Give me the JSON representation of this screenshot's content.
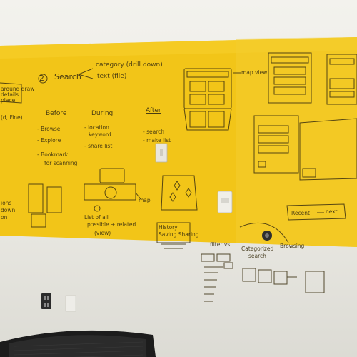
{
  "board_notes": {
    "step_number": "2",
    "search_label": "Search",
    "branch_category": "category (drill down)",
    "branch_text": "text (file)",
    "col_before": "Before",
    "col_during": "During",
    "col_after": "After",
    "before_items": [
      "- Browse",
      "- Explore",
      "- Bookmark",
      "for scanning"
    ],
    "during_items": [
      "- location",
      "keyword",
      "- share list"
    ],
    "after_items": [
      "- search",
      "- make list"
    ],
    "map_view_label": "map view",
    "map_label": "map",
    "list_caption": [
      "List of all",
      "possible + related",
      "(view)"
    ],
    "recent_label": "Recent",
    "next_label": "next",
    "filter_caption": [
      "filter vs",
      "Categorized",
      "search"
    ],
    "browsing_label": "Browsing",
    "history_label": [
      "History",
      "Saving Sharing"
    ],
    "left_edge_notes": [
      "around draw",
      "details",
      "place"
    ],
    "left_edge_misc": "(d, Fine)",
    "left_lower_notes": [
      "ions",
      "down",
      "on"
    ]
  },
  "colors": {
    "wall": "#eceae4",
    "whiteboard_yellow": "#f2c518",
    "marker": "#3a2f10",
    "outlet": "#2b2b2b",
    "chair": "#1c1c1c"
  },
  "icons": [
    "light-switch-icon",
    "thermostat-icon",
    "doorbell-icon",
    "power-outlet-icon",
    "chair-icon"
  ]
}
